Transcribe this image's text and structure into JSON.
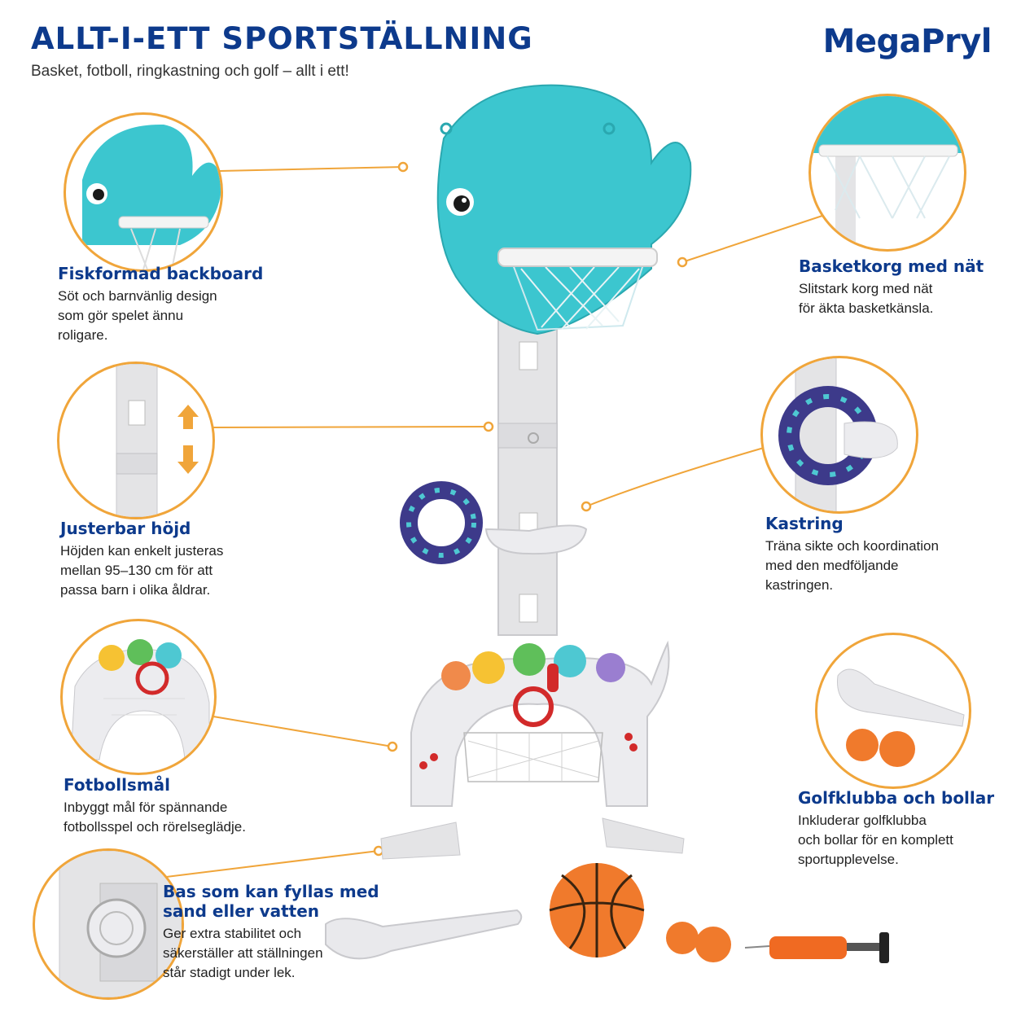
{
  "header": {
    "title": "ALLT-I-ETT SPORTSTÄLLNING",
    "subtitle": "Basket, fotboll, ringkastning och golf – allt i ett!",
    "brand": "MegaPryl"
  },
  "features": [
    {
      "title": "Fiskformad backboard",
      "lines": [
        "Söt och barnvänlig design",
        "som gör spelet ännu",
        "roligare."
      ]
    },
    {
      "title": "Basketkorg med nät",
      "lines": [
        "Slitstark korg med nät",
        "för äkta basketkänsla."
      ]
    },
    {
      "title": "Justerbar höjd",
      "lines": [
        "Höjden kan enkelt justeras",
        "mellan 95–130 cm för att",
        "passa barn i olika åldrar."
      ]
    },
    {
      "title": "Kastring",
      "lines": [
        "Träna sikte och koordination",
        "med den medföljande",
        "kastringen."
      ]
    },
    {
      "title": "Fotbollsmål",
      "lines": [
        "Inbyggt mål för spännande",
        "fotbollsspel och rörelseglädje."
      ]
    },
    {
      "title": "Golfklubba och bollar",
      "lines": [
        "Inkluderar golfklubba",
        "och bollar för en komplett",
        "sportupplevelse."
      ]
    },
    {
      "title_lines": [
        "Bas som kan fyllas med",
        "sand eller vatten"
      ],
      "lines": [
        "Ger extra stabilitet och",
        "säkerställer att ställningen",
        "står stadigt under lek."
      ]
    }
  ],
  "colors": {
    "title_blue": "#0d3a8c",
    "accent_orange": "#f0a53a",
    "fish_teal": "#3cc6cf",
    "ring_navy": "#3d3a8a",
    "ball_orange": "#f07a2c"
  },
  "icons": [
    "fish-backboard-icon",
    "hoop-net-icon",
    "adjust-arrows-icon",
    "throw-ring-icon",
    "goal-icon",
    "golf-club-icon",
    "base-cap-icon",
    "basketball-icon",
    "pump-icon"
  ]
}
